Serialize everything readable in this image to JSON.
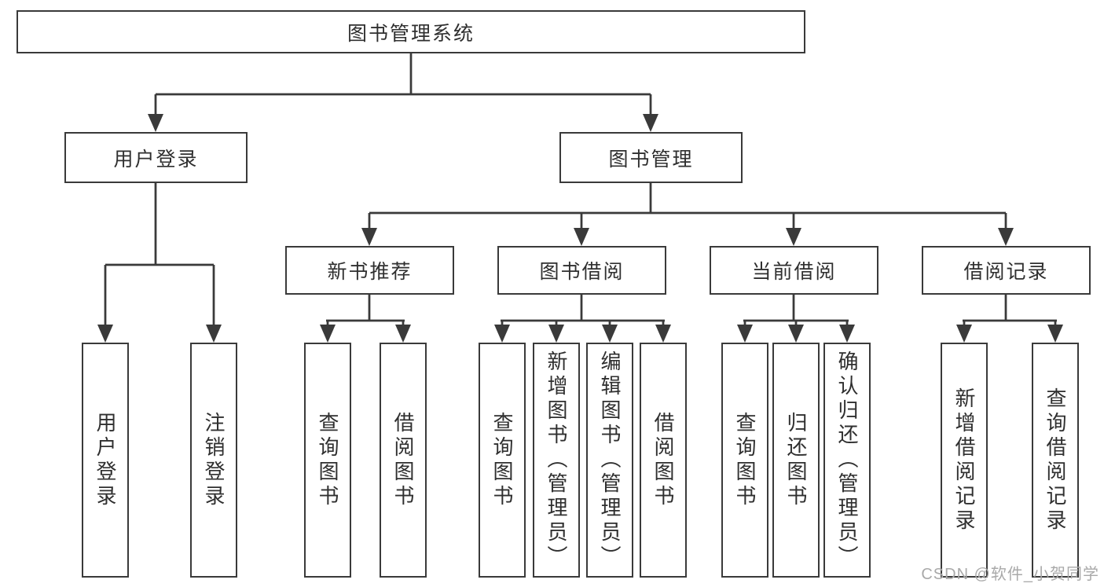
{
  "diagram": {
    "type": "tree",
    "root": {
      "label": "图书管理系统"
    },
    "branches": [
      {
        "label": "用户登录",
        "children": [
          {
            "label": "用户登录"
          },
          {
            "label": "注销登录"
          }
        ]
      },
      {
        "label": "图书管理",
        "children": [
          {
            "label": "新书推荐",
            "children": [
              {
                "label": "查询图书"
              },
              {
                "label": "借阅图书"
              }
            ]
          },
          {
            "label": "图书借阅",
            "children": [
              {
                "label": "查询图书"
              },
              {
                "label": "新增图书（管理员）"
              },
              {
                "label": "编辑图书（管理员）"
              },
              {
                "label": "借阅图书"
              }
            ]
          },
          {
            "label": "当前借阅",
            "children": [
              {
                "label": "查询图书"
              },
              {
                "label": "归还图书"
              },
              {
                "label": "确认归还（管理员）"
              }
            ]
          },
          {
            "label": "借阅记录",
            "children": [
              {
                "label": "新增借阅记录"
              },
              {
                "label": "查询借阅记录"
              }
            ]
          }
        ]
      }
    ],
    "watermark": "CSDN @软件_小贺同学"
  },
  "colors": {
    "line": "#3a3a3a",
    "text": "#2f2f2f",
    "background": "#ffffff",
    "watermark": "#a9a9a9"
  }
}
